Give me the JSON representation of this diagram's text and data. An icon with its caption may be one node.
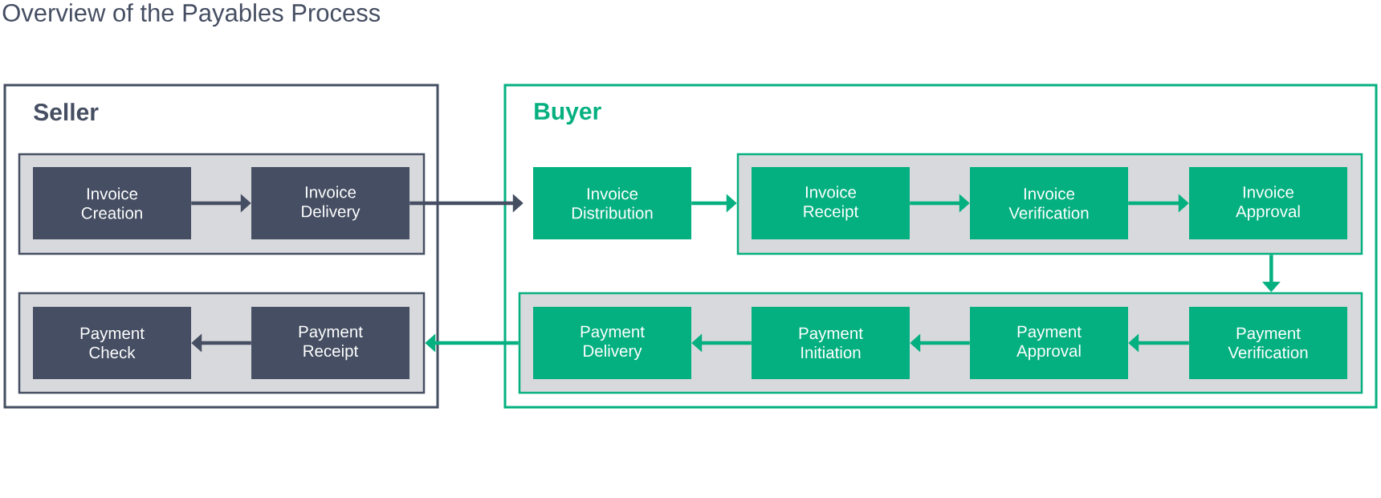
{
  "diagram": {
    "title": "Overview of the Payables Process",
    "nodes": [
      {
        "text": [
          "Seller"
        ]
      },
      {
        "text": [
          "Buyer"
        ]
      },
      {
        "text": [],
        "shape": "box",
        "in": 0
      },
      {
        "text": [
          "Invoice Creation"
        ],
        "in": 2
      },
      {
        "text": [
          "Invoice Delivery"
        ],
        "in": 2
      },
      {
        "text": [],
        "shape": "box",
        "in": 0
      },
      {
        "text": [
          "Payment Check"
        ],
        "in": 5
      },
      {
        "text": [
          "Payment Receipt"
        ],
        "in": 5
      },
      {
        "text": [
          "Invoice Distribution"
        ],
        "in": 1
      },
      {
        "text": [],
        "shape": "box",
        "in": 1
      },
      {
        "text": [
          "Invoice Receipt"
        ],
        "in": 9
      },
      {
        "text": [
          "Invoice Verification"
        ],
        "in": 9
      },
      {
        "text": [
          "Invoice Approval"
        ],
        "in": 9
      },
      {
        "text": [],
        "shape": "box",
        "in": 1
      },
      {
        "text": [
          "Payment Delivery"
        ],
        "in": 13
      },
      {
        "text": [
          "Payment Initiation"
        ],
        "in": 13
      },
      {
        "text": [
          "Payment Approval"
        ],
        "in": 13
      },
      {
        "text": [
          "Payment Verification"
        ],
        "in": 13
      }
    ],
    "edges": [
      {
        "from": 3,
        "to": 4,
        "arrow": "to",
        "color": "#454e62"
      },
      {
        "from": 4,
        "to": 8,
        "arrow": "to",
        "color": "#454e62"
      },
      {
        "from": 8,
        "to": 9,
        "arrow": "to"
      },
      {
        "from": 10,
        "to": 11,
        "arrow": "to"
      },
      {
        "from": 11,
        "to": 12,
        "arrow": "to"
      },
      {
        "from": 9,
        "to": 13,
        "arrow": "to"
      },
      {
        "from": 17,
        "to": 16,
        "arrow": "to"
      },
      {
        "from": 16,
        "to": 15,
        "arrow": "to"
      },
      {
        "from": 15,
        "to": 14,
        "arrow": "to"
      },
      {
        "from": 13,
        "to": 5,
        "arrow": "to"
      },
      {
        "from": 7,
        "to": 6,
        "arrow": "to",
        "color": "#454e62"
      }
    ]
  }
}
